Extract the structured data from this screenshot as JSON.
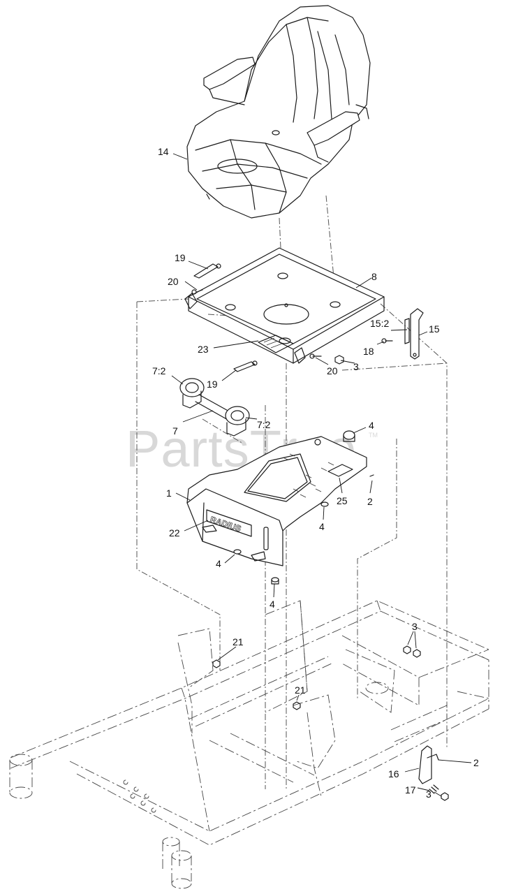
{
  "watermark": {
    "text": "PartsTree",
    "trademark": "TM"
  },
  "brand_logo": "RADIUS",
  "callouts": {
    "c14": "14",
    "c19a": "19",
    "c20a": "20",
    "c8": "8",
    "c15_2": "15:2",
    "c15": "15",
    "c18": "18",
    "c23": "23",
    "c20b": "20",
    "c3a": "3",
    "c19b": "19",
    "c7_2a": "7:2",
    "c7": "7",
    "c7_2b": "7:2",
    "c4a": "4",
    "c1": "1",
    "c2a": "2",
    "c25": "25",
    "c4b": "4",
    "c22": "22",
    "c4c": "4",
    "c4d": "4",
    "c21a": "21",
    "c3b": "3",
    "c21b": "21",
    "c2b": "2",
    "c16": "16",
    "c17": "17",
    "c3c": "3"
  }
}
